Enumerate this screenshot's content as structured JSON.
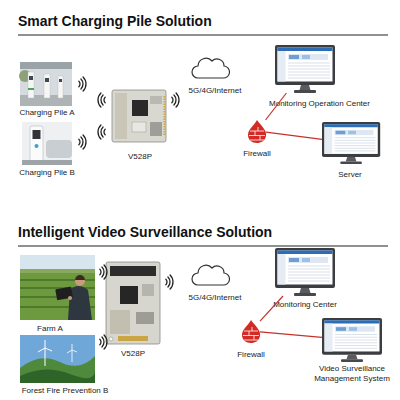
{
  "diagram": {
    "nodes": [
      {
        "text": [
          "Charging Pile A"
        ]
      },
      {
        "text": [
          "Charging Pile B"
        ]
      },
      {
        "text": [
          "V528P"
        ]
      },
      {
        "text": [
          "5G/4G/Internet"
        ]
      },
      {
        "text": [
          "Firewall"
        ]
      },
      {
        "text": [
          "Monitoring Operation Center"
        ]
      },
      {
        "text": [
          "Server"
        ]
      },
      {
        "text": [
          "Farm A"
        ]
      },
      {
        "text": [
          "Forest Fire Prevention B"
        ]
      },
      {
        "text": [
          "V528P"
        ]
      },
      {
        "text": [
          "5G/4G/Internet"
        ]
      },
      {
        "text": [
          "Firewall"
        ]
      },
      {
        "text": [
          "Monitoring Center"
        ]
      },
      {
        "text": [
          "Video Surveillance Management System"
        ]
      }
    ],
    "edges": [
      {
        "from": 4,
        "to": 5,
        "arrow": "none"
      },
      {
        "from": 4,
        "to": 6,
        "arrow": "none"
      },
      {
        "from": 11,
        "to": 12,
        "arrow": "none"
      },
      {
        "from": 11,
        "to": 13,
        "arrow": "none"
      }
    ],
    "labels": [
      "Smart Charging Pile Solution",
      "Intelligent Video Surveillance Solution"
    ]
  }
}
